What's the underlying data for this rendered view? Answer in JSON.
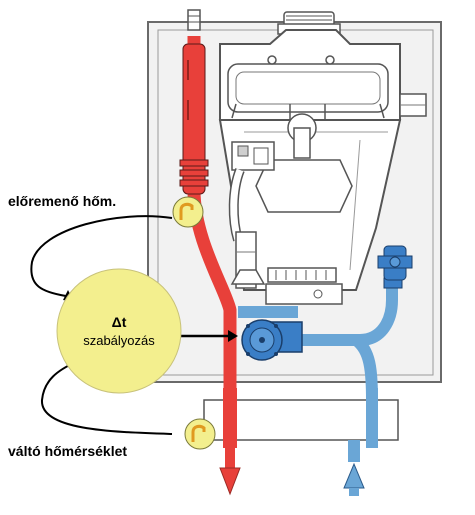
{
  "labels": {
    "flow_sensor": "előremenő hőm.",
    "return_sensor": "váltó hőmérséklet",
    "delta_t": "Δt",
    "control": "szabályozás"
  },
  "colors": {
    "hot": "#e8403a",
    "cold": "#6aa6d6",
    "pump": "#3a7ec6",
    "sensor": "#f3ef8e",
    "outline": "#6a6a6a",
    "casing": "#f2f2f2"
  },
  "icons": {
    "flow_out": "arrow-down-icon",
    "return_in": "arrow-up-icon",
    "sensor": "thermometer-icon",
    "pump": "pump-icon"
  }
}
